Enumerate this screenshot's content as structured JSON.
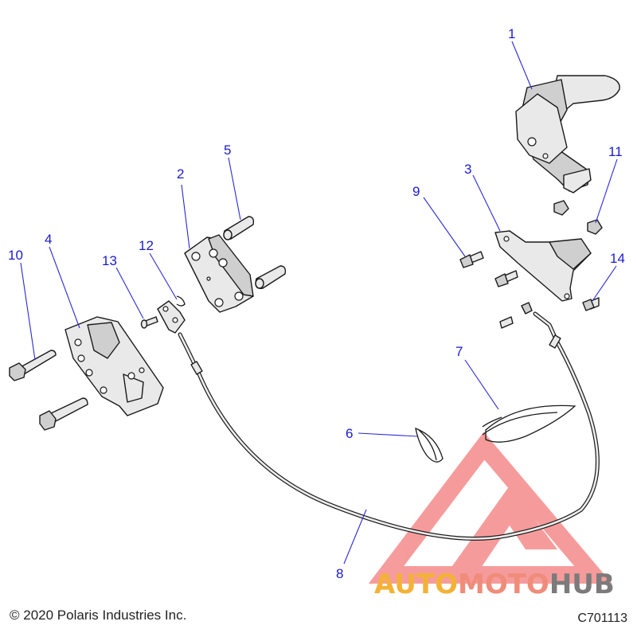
{
  "callouts": {
    "c1": "1",
    "c2": "2",
    "c3": "3",
    "c4": "4",
    "c5": "5",
    "c6": "6",
    "c7": "7",
    "c8": "8",
    "c9": "9",
    "c10": "10",
    "c11": "11",
    "c12": "12",
    "c13": "13",
    "c14": "14"
  },
  "footer": {
    "copyright": "© 2020 Polaris Industries Inc.",
    "figure_id": "C701113"
  },
  "watermark": {
    "part1": "AUTO",
    "part2": "MOTO",
    "part3": "HUB",
    "colors": {
      "triangle": "#ef4a4a",
      "auto": "#f3b237",
      "moto": "#ef8c7a",
      "hub": "#7b7b7b"
    }
  },
  "colors": {
    "callout": "#1a1ad0",
    "line_art": "#1a1a1a"
  }
}
